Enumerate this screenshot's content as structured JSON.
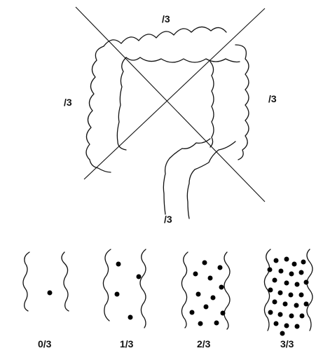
{
  "colon_diagram": {
    "segment_labels": {
      "top": "/3",
      "left": "/3",
      "right": "/3",
      "bottom": "/3"
    }
  },
  "grading_scale": {
    "grades": [
      {
        "label": "0/3"
      },
      {
        "label": "1/3"
      },
      {
        "label": "2/3"
      },
      {
        "label": "3/3"
      }
    ]
  }
}
